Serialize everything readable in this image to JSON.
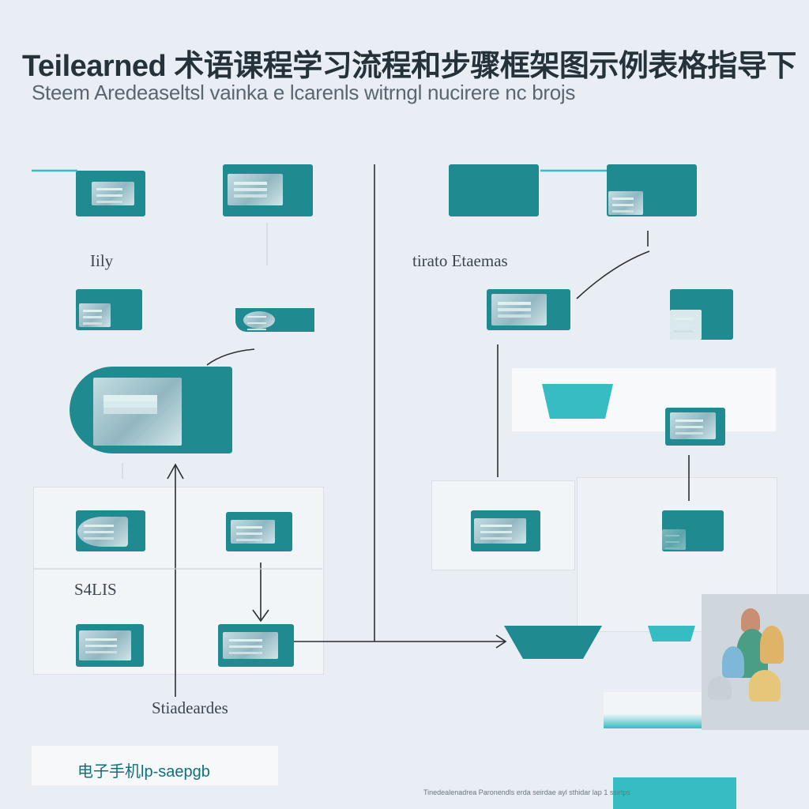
{
  "diagram": {
    "title": "Teilearned 术语课程学习流程和步骤框架图示例表格指导下",
    "subtitle": "Steem Aredeaseltsl vainka e lcarenls witrngl nucirere nc brojs",
    "labels": {
      "left_upper": "Iily",
      "right_upper": "tirato Etaemas",
      "left_middle": "S4LIS",
      "left_bottom": "Stiadeardes",
      "footer": "电子手机lp-saepgb",
      "credit": "Tinedealenadrea Paronendls erda seirdae ayl sthidar lap 1 ssirtps"
    },
    "colors": {
      "teal": "#1f8a8f",
      "teal_light": "#36bcc3",
      "line": "#2b2f33",
      "background": "#e9eef4",
      "panel": "#f2f5f8"
    }
  }
}
